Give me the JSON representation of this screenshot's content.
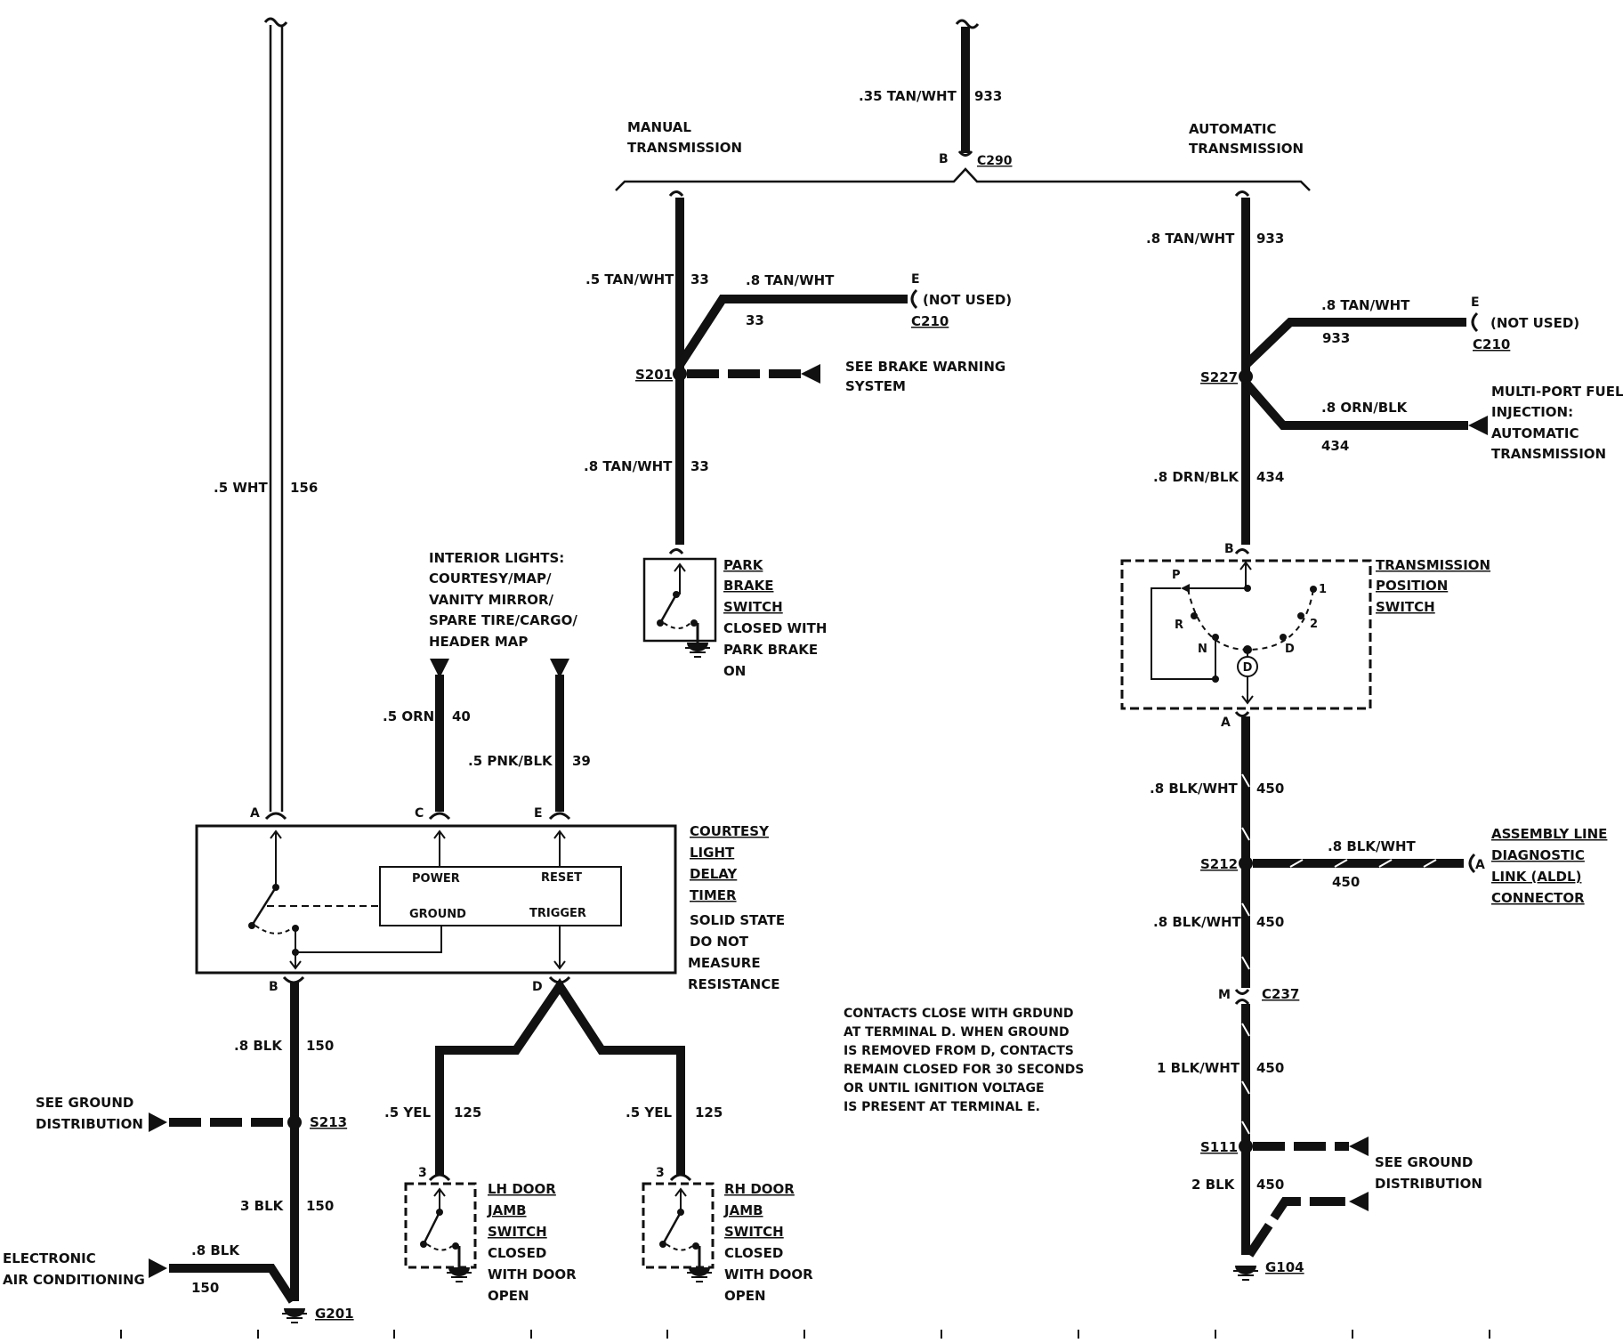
{
  "sections": {
    "manual": [
      "MANUAL",
      "TRANSMISSION"
    ],
    "automatic": [
      "AUTOMATIC",
      "TRANSMISSION"
    ]
  },
  "connectors": {
    "c290": "C290",
    "c290_pin": "B",
    "c210_l": "C210",
    "c210_l_pin": "E",
    "c210_r": "C210",
    "c210_r_pin": "E",
    "c237": "C237",
    "c237_pin": "M",
    "not_used": "(NOT USED)"
  },
  "splices": {
    "s201": "S201",
    "s227": "S227",
    "s212": "S212",
    "s111": "S111",
    "s213": "S213"
  },
  "grounds": {
    "g201": "G201",
    "g104": "G104"
  },
  "wires": {
    "w933_top": [
      ".35 TAN/WHT",
      "933"
    ],
    "w33_a": [
      ".5 TAN/WHT",
      "33"
    ],
    "w33_b": [
      ".8 TAN/WHT",
      "33"
    ],
    "w33_c": [
      ".8 TAN/WHT",
      "33"
    ],
    "w933_r": [
      ".8 TAN/WHT",
      "933"
    ],
    "w933_r2": [
      ".8 TAN/WHT",
      "933"
    ],
    "w434_a": [
      ".8 ORN/BLK",
      "434"
    ],
    "w434_b": [
      ".8 DRN/BLK",
      "434"
    ],
    "w450_a": [
      ".8 BLK/WHT",
      "450"
    ],
    "w450_b": [
      ".8 BLK/WHT",
      "450"
    ],
    "w450_c": [
      ".8 BLK/WHT",
      "450"
    ],
    "w450_d": [
      "1 BLK/WHT",
      "450"
    ],
    "w450_e": [
      "2 BLK",
      "450"
    ],
    "w156": [
      ".5 WHT",
      "156"
    ],
    "w40": [
      ".5 ORN",
      "40"
    ],
    "w39": [
      ".5 PNK/BLK",
      "39"
    ],
    "w150_a": [
      ".8 BLK",
      "150"
    ],
    "w150_b": [
      "3 BLK",
      "150"
    ],
    "w150_c": [
      ".8  BLK",
      "150"
    ],
    "w125_l": [
      ".5 YEL",
      "125"
    ],
    "w125_r": [
      ".5 YEL",
      "125"
    ]
  },
  "labels": {
    "brake_warning": [
      "SEE BRAKE WARNING",
      "SYSTEM"
    ],
    "mpfi": [
      "MULTI-PORT FUEL",
      "INJECTION:",
      "AUTOMATIC",
      "TRANSMISSION"
    ],
    "park_brake": [
      "PARK",
      "BRAKE",
      "SWITCH",
      "CLOSED WITH",
      "PARK BRAKE",
      "ON"
    ],
    "tps": [
      "TRANSMISSION",
      "POSITION",
      "SWITCH"
    ],
    "tps_pos": [
      "P",
      "R",
      "N",
      "D",
      "2",
      "1"
    ],
    "tps_d": "D",
    "tps_pin_b": "B",
    "tps_pin_a": "A",
    "aldl": [
      "ASSEMBLY LINE",
      "DIAGNOSTIC",
      "LINK (ALDL)",
      "CONNECTOR"
    ],
    "aldl_pin": "A",
    "ground_dist_r": [
      "SEE GROUND",
      "DISTRIBUTION"
    ],
    "ground_dist_l": [
      "SEE GROUND",
      "DISTRIBUTION"
    ],
    "interior": [
      "INTERIOR LIGHTS:",
      "COURTESY/MAP/",
      "VANITY MIRROR/",
      "SPARE TIRE/CARGO/",
      "HEADER MAP"
    ],
    "timer": [
      "COURTESY",
      "LIGHT",
      "DELAY",
      "TIMER"
    ],
    "timer_note": [
      "SOLID STATE",
      "DO NOT",
      "MEASURE",
      "RESISTANCE"
    ],
    "timer_pins": [
      "A",
      "C",
      "E",
      "B",
      "D"
    ],
    "timer_inner": [
      "POWER",
      "RESET",
      "GROUND",
      "TRIGGER"
    ],
    "electronic_ac": [
      "ELECTRONIC",
      "AIR CONDITIONING"
    ],
    "lh_switch": [
      "LH DOOR",
      "JAMB",
      "SWITCH",
      "CLOSED",
      "WITH DOOR",
      "OPEN"
    ],
    "rh_switch": [
      "RH DOOR",
      "JAMB",
      "SWITCH",
      "CLOSED",
      "WITH DOOR",
      "OPEN"
    ],
    "door_pin_l": "3",
    "door_pin_r": "3",
    "note": [
      "CONTACTS CLOSE WITH GRDUND",
      "AT TERMINAL D. WHEN GROUND",
      "IS REMOVED FROM D, CONTACTS",
      "REMAIN CLOSED FOR 30 SECONDS",
      "OR UNTIL IGNITION VOLTAGE",
      "IS PRESENT AT TERMINAL E."
    ]
  }
}
